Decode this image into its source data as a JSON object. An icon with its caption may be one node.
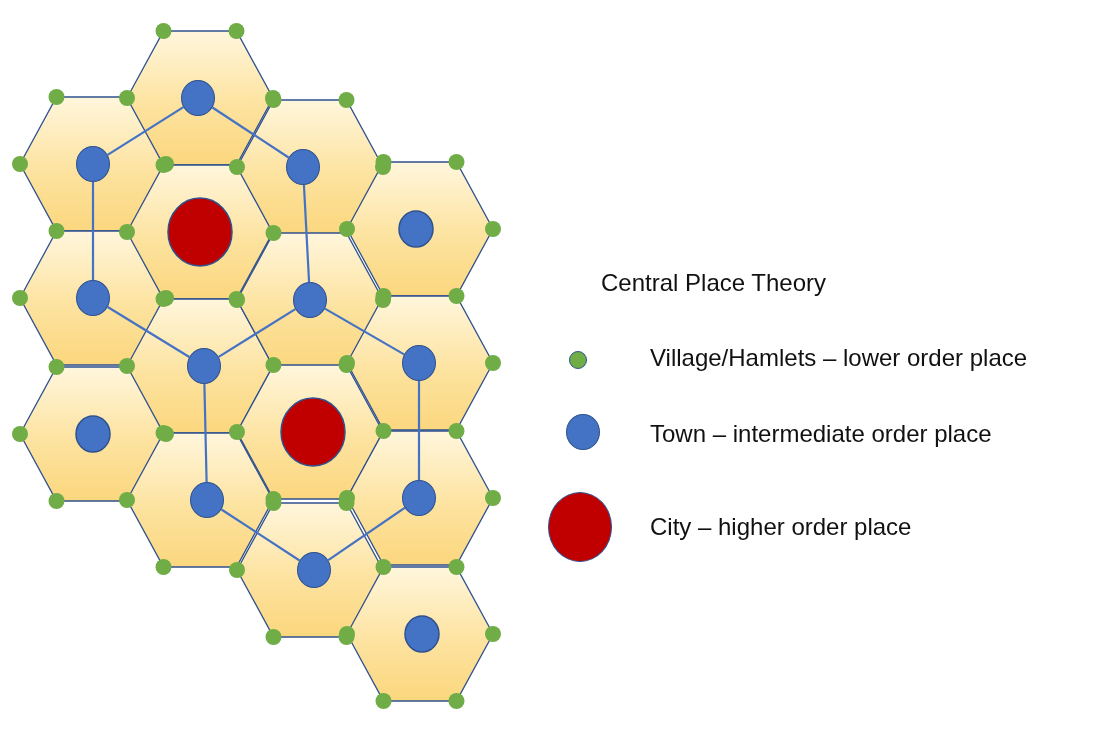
{
  "diagram": {
    "title": "Central Place Theory",
    "nodes": [
      {
        "text": [],
        "shape": "circle"
      },
      {
        "text": [],
        "shape": "circle"
      },
      {
        "text": [],
        "shape": "circle"
      },
      {
        "text": [],
        "shape": "circle"
      },
      {
        "text": [],
        "shape": "circle"
      },
      {
        "text": [],
        "shape": "circle"
      },
      {
        "text": [],
        "shape": "circle"
      },
      {
        "text": [],
        "shape": "circle"
      },
      {
        "text": [],
        "shape": "circle"
      },
      {
        "text": [],
        "shape": "circle"
      }
    ],
    "edges": [
      {
        "from": 0,
        "to": 1,
        "arrow": "none"
      },
      {
        "from": 0,
        "to": 2,
        "arrow": "none"
      },
      {
        "from": 1,
        "to": 3,
        "arrow": "none"
      },
      {
        "from": 2,
        "to": 4,
        "arrow": "none"
      },
      {
        "from": 3,
        "to": 5,
        "arrow": "none"
      },
      {
        "from": 4,
        "to": 5,
        "arrow": "none"
      },
      {
        "from": 4,
        "to": 6,
        "arrow": "none"
      },
      {
        "from": 5,
        "to": 7,
        "arrow": "none"
      },
      {
        "from": 6,
        "to": 8,
        "arrow": "none"
      },
      {
        "from": 7,
        "to": 9,
        "arrow": "none"
      },
      {
        "from": 8,
        "to": 9,
        "arrow": "none"
      }
    ],
    "legend": [
      {
        "text": "Village/Hamlets – lower order place",
        "color": "#70ad47"
      },
      {
        "text": "Town – intermediate order place",
        "color": "#4472c4"
      },
      {
        "text": "City – higher order place",
        "color": "#c00000"
      }
    ]
  }
}
